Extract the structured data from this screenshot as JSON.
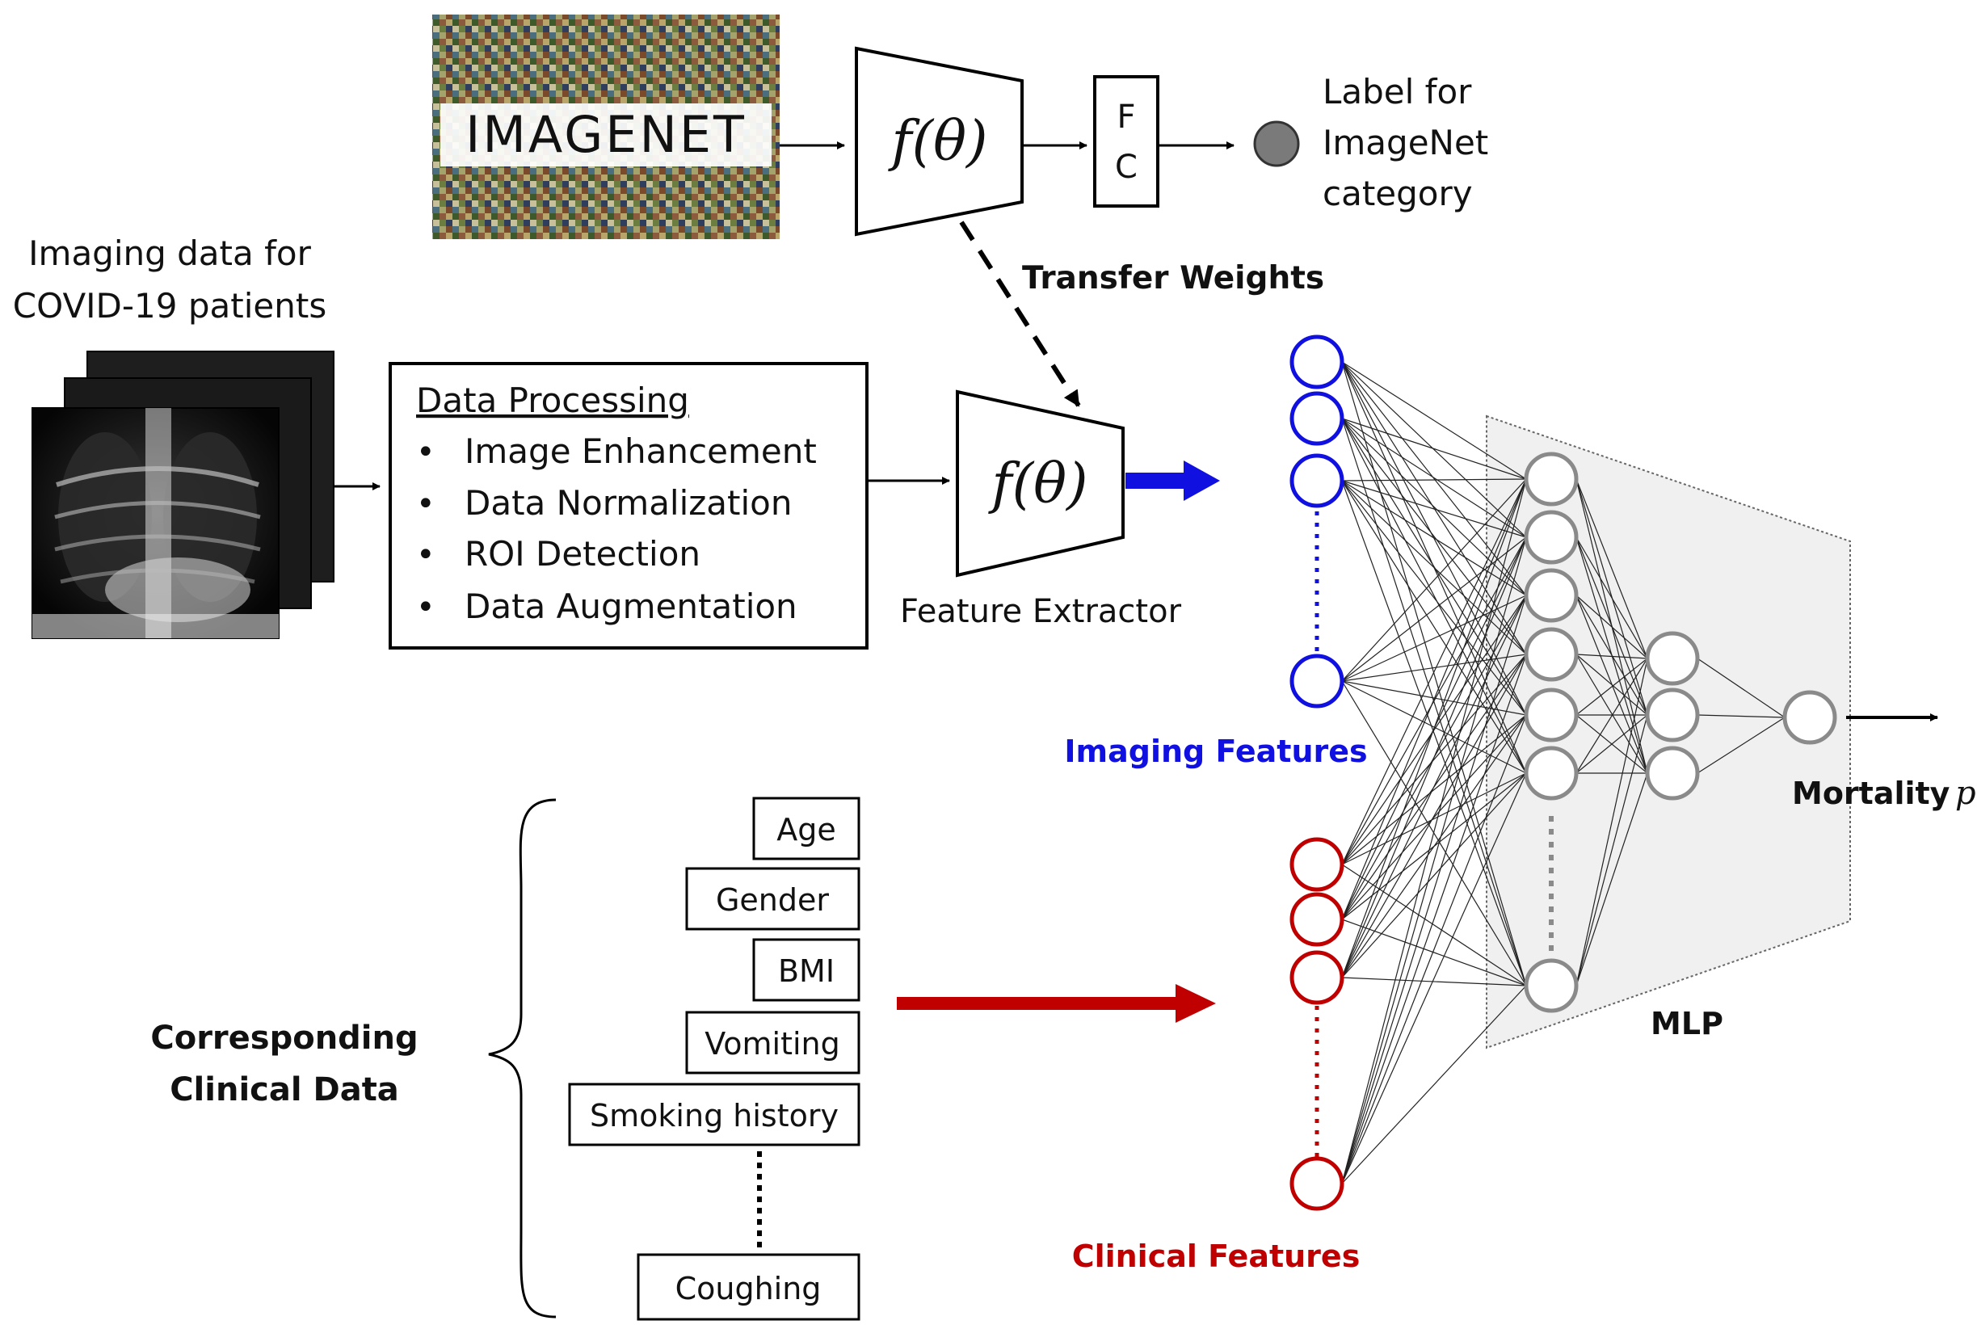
{
  "imagenet": {
    "logo_text": "IMAGENET",
    "fc_line1": "F",
    "fc_line2": "C",
    "label_lines": [
      "Label for",
      "ImageNet",
      "category"
    ]
  },
  "backbone": {
    "function_label": "f(θ)",
    "transfer_label": "Transfer Weights",
    "extractor_label": "Feature Extractor"
  },
  "imaging": {
    "title_lines": [
      "Imaging data for",
      "COVID-19 patients"
    ]
  },
  "processing": {
    "title": "Data Processing",
    "bullet": "•",
    "steps": [
      "Image Enhancement",
      "Data Normalization",
      "ROI Detection",
      "Data Augmentation"
    ]
  },
  "clinical": {
    "title_lines": [
      "Corresponding",
      "Clinical Data"
    ],
    "items": [
      "Age",
      "Gender",
      "BMI",
      "Vomiting",
      "Smoking history",
      "Coughing"
    ]
  },
  "network": {
    "imaging_features_label": "Imaging Features",
    "clinical_features_label": "Clinical Features",
    "mlp_label": "MLP",
    "output_label": "Mortality",
    "output_symbol": "p"
  },
  "colors": {
    "imaging_blue": "#1010e0",
    "clinical_red": "#c00000",
    "node_gray": "#8a8a8a",
    "mlp_fill": "#f0f0f0"
  }
}
